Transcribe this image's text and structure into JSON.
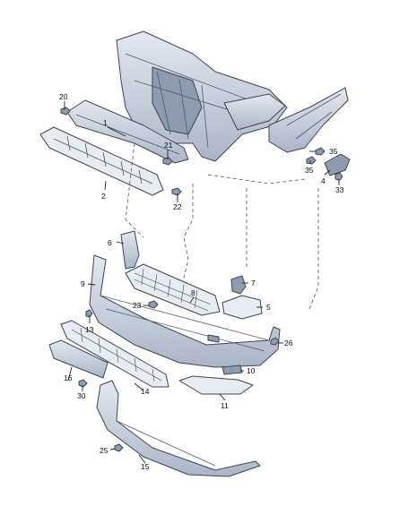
{
  "callouts": {
    "n1": "1",
    "n2": "2",
    "n4": "4",
    "n5": "5",
    "n6": "6",
    "n7": "7",
    "n8": "8",
    "n9": "9",
    "n10": "10",
    "n11": "11",
    "n13": "13",
    "n14": "14",
    "n15": "15",
    "n16": "16",
    "n20": "20",
    "n21": "21",
    "n22": "22",
    "n23": "23",
    "n25": "25",
    "n26": "26",
    "n30": "30",
    "n33": "33",
    "n35a": "35",
    "n35b": "35"
  },
  "style": {
    "part_color": "#c7d0dd",
    "line_color": "#3c4654"
  }
}
